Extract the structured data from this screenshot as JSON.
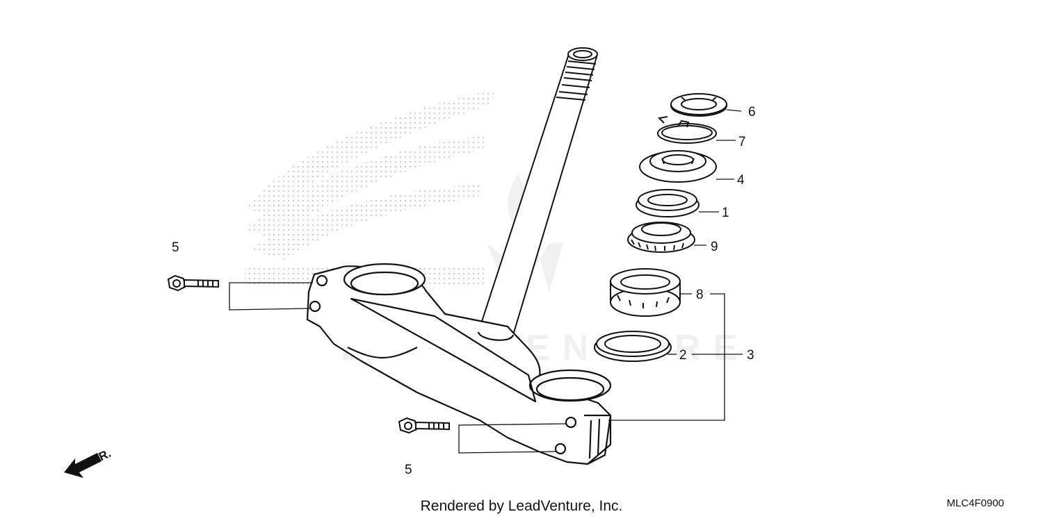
{
  "callouts": {
    "c1": "1",
    "c2": "2",
    "c3": "3",
    "c4": "4",
    "c5_top": "5",
    "c5_bottom": "5",
    "c6": "6",
    "c7": "7",
    "c8": "8",
    "c9": "9"
  },
  "front_arrow_label": "FR.",
  "footer": {
    "credit": "Rendered by LeadVenture, Inc.",
    "diagram_code": "MLC4F0900"
  },
  "colors": {
    "line": "#111111",
    "dots": "#c8c8c8",
    "watermark": "#eeeeee"
  }
}
